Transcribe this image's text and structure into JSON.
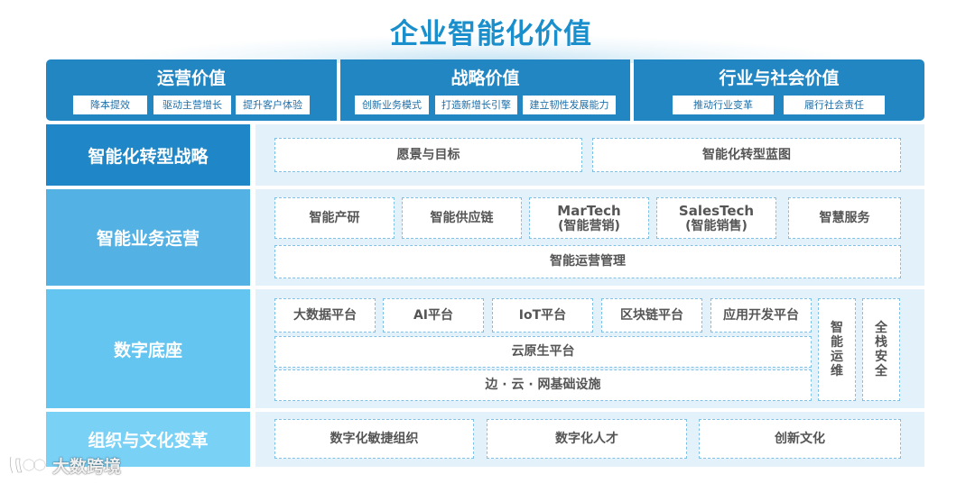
{
  "title": "企业智能化价值",
  "values": [
    {
      "title": "运营价值",
      "chips": [
        "降本提效",
        "驱动主营增长",
        "提升客户体验"
      ]
    },
    {
      "title": "战略价值",
      "chips": [
        "创新业务模式",
        "打造新增长引擎",
        "建立韧性发展能力"
      ]
    },
    {
      "title": "行业与社会价值",
      "chips": [
        "推动行业变革",
        "履行社会责任"
      ]
    }
  ],
  "layers": {
    "strategy": {
      "label": "智能化转型战略",
      "items": [
        "愿景与目标",
        "智能化转型蓝图"
      ]
    },
    "operations": {
      "label": "智能业务运营",
      "items": [
        {
          "line1": "智能产研"
        },
        {
          "line1": "智能供应链"
        },
        {
          "line1": "MarTech",
          "line2": "(智能营销)"
        },
        {
          "line1": "SalesTech",
          "line2": "(智能销售)"
        },
        {
          "line1": "智慧服务"
        }
      ],
      "bottom": "智能运营管理"
    },
    "digital": {
      "label": "数字底座",
      "platforms": [
        "大数据平台",
        "AI平台",
        "IoT平台",
        "区块链平台",
        "应用开发平台"
      ],
      "cloud_native": "云原生平台",
      "infra": "边 · 云 · 网基础设施",
      "side": [
        {
          "lines": [
            "智",
            "能",
            "运",
            "维"
          ]
        },
        {
          "lines": [
            "全",
            "栈",
            "安",
            "全"
          ]
        }
      ]
    },
    "org": {
      "label": "组织与文化变革",
      "items": [
        "数字化敏捷组织",
        "数字化人才",
        "创新文化"
      ]
    }
  },
  "watermark": "大数跨境",
  "colors": {
    "title": "#1b8fcc",
    "value_bg": "#2286c3",
    "strategy_label": "#1f87c7",
    "operations_label": "#53b1e3",
    "digital_label": "#63c5f0",
    "org_label": "#79d1f6",
    "panel": "#e3f1fa",
    "dashed_border": "#7fc0e6"
  }
}
